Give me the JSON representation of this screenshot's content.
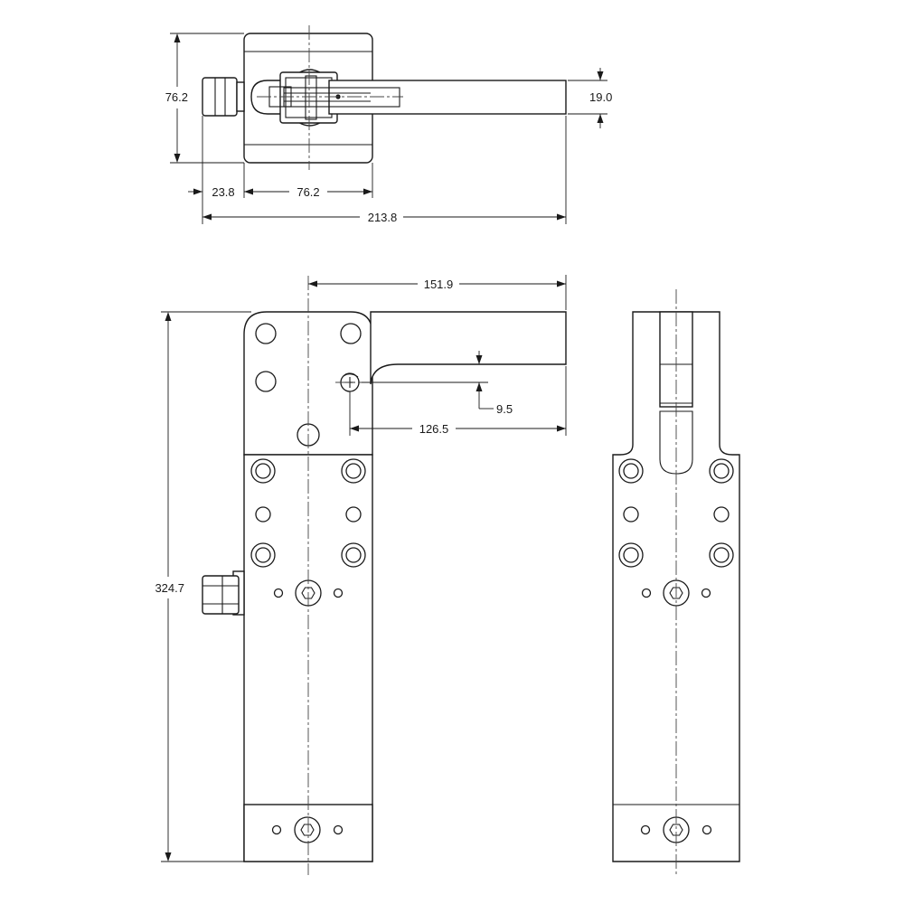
{
  "drawing": {
    "top_view": {
      "height_dim": "76.2",
      "bar_thickness_dim": "19.0",
      "connector_dim": "23.8",
      "body_width_dim": "76.2",
      "overall_dim": "213.8"
    },
    "front_view": {
      "arm_reach_dim": "151.9",
      "pin_offset_dim": "9.5",
      "pin_reach_dim": "126.5",
      "overall_height_dim": "324.7"
    }
  }
}
